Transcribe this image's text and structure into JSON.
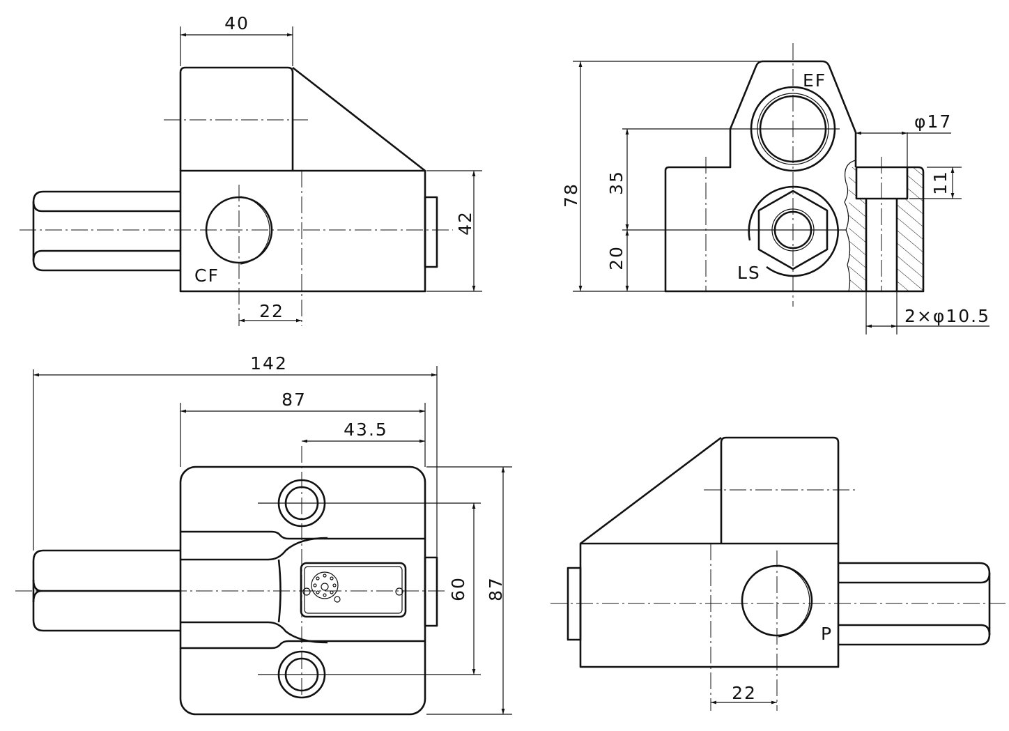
{
  "drawing": {
    "side_view_left": {
      "dim_width_top": "40",
      "dim_height": "42",
      "dim_port_offset": "22",
      "port_label": "CF"
    },
    "front_view": {
      "dim_total_height": "78",
      "dim_upper_port_height": "35",
      "dim_lower_port_height": "20",
      "upper_port_label": "EF",
      "lower_port_label": "LS",
      "dim_counterbore_dia": "φ17",
      "dim_counterbore_depth": "11",
      "dim_mount_holes": "2×φ10.5"
    },
    "top_view": {
      "dim_overall_length": "142",
      "dim_body_length": "87",
      "dim_hole_offset": "43.5",
      "dim_hole_pitch": "60",
      "dim_body_width": "87"
    },
    "side_view_right": {
      "dim_port_offset": "22",
      "port_label": "P"
    }
  }
}
